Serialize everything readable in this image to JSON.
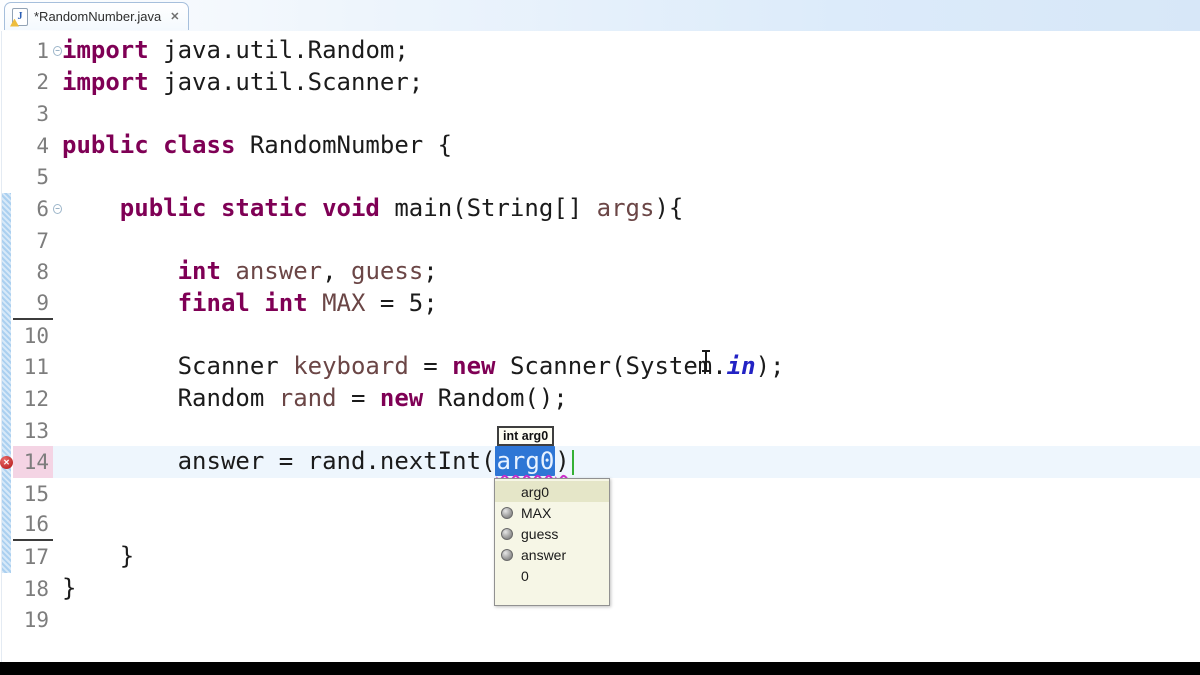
{
  "tab": {
    "title": "*RandomNumber.java",
    "icon_letter": "J",
    "close_glyph": "✕"
  },
  "param_tooltip": {
    "text": "int arg0"
  },
  "completion_popup": {
    "items": [
      {
        "label": "arg0",
        "selected": true,
        "icon": false
      },
      {
        "label": "MAX",
        "selected": false,
        "icon": true
      },
      {
        "label": "guess",
        "selected": false,
        "icon": true
      },
      {
        "label": "answer",
        "selected": false,
        "icon": true
      },
      {
        "label": "0",
        "selected": false,
        "icon": false
      }
    ]
  },
  "editor": {
    "lines": [
      {
        "n": "1",
        "fold": true,
        "tokens": [
          [
            "k",
            "import"
          ],
          [
            "d",
            " java.util.Random;"
          ]
        ]
      },
      {
        "n": "2",
        "tokens": [
          [
            "k",
            "import"
          ],
          [
            "d",
            " java.util.Scanner;"
          ]
        ]
      },
      {
        "n": "3",
        "tokens": []
      },
      {
        "n": "4",
        "tokens": [
          [
            "k",
            "public class"
          ],
          [
            "d",
            " RandomNumber {"
          ]
        ]
      },
      {
        "n": "5",
        "tokens": []
      },
      {
        "n": "6",
        "fold": true,
        "tokens": [
          [
            "d",
            "    "
          ],
          [
            "k",
            "public static void"
          ],
          [
            "d",
            " main(String[] "
          ],
          [
            "v",
            "args"
          ],
          [
            "d",
            "){"
          ]
        ]
      },
      {
        "n": "7",
        "tokens": []
      },
      {
        "n": "8",
        "tokens": [
          [
            "d",
            "        "
          ],
          [
            "k",
            "int"
          ],
          [
            "d",
            " "
          ],
          [
            "v",
            "answer"
          ],
          [
            "d",
            ", "
          ],
          [
            "v",
            "guess"
          ],
          [
            "d",
            ";"
          ]
        ]
      },
      {
        "n": "9",
        "underline": true,
        "tokens": [
          [
            "d",
            "        "
          ],
          [
            "k",
            "final int"
          ],
          [
            "d",
            " "
          ],
          [
            "v",
            "MAX"
          ],
          [
            "d",
            " = 5;"
          ]
        ]
      },
      {
        "n": "10",
        "tokens": []
      },
      {
        "n": "11",
        "tokens": [
          [
            "d",
            "        Scanner "
          ],
          [
            "v",
            "keyboard"
          ],
          [
            "d",
            " = "
          ],
          [
            "k",
            "new"
          ],
          [
            "d",
            " Scanner(System."
          ],
          [
            "sf",
            "in"
          ],
          [
            "d",
            ");"
          ]
        ]
      },
      {
        "n": "12",
        "tokens": [
          [
            "d",
            "        Random "
          ],
          [
            "v",
            "rand"
          ],
          [
            "d",
            " = "
          ],
          [
            "k",
            "new"
          ],
          [
            "d",
            " Random();"
          ]
        ]
      },
      {
        "n": "13",
        "tokens": []
      },
      {
        "n": "14",
        "error": true,
        "current": true,
        "tokens": [
          [
            "d",
            "        answer = rand.nextInt("
          ],
          [
            "sel",
            "arg0"
          ],
          [
            "wavyclose",
            ")"
          ],
          [
            "caret",
            ""
          ]
        ]
      },
      {
        "n": "15",
        "tokens": []
      },
      {
        "n": "16",
        "underline": true,
        "tokens": []
      },
      {
        "n": "17",
        "tokens": [
          [
            "d",
            "    }"
          ]
        ]
      },
      {
        "n": "18",
        "tokens": [
          [
            "d",
            "}"
          ]
        ]
      },
      {
        "n": "19",
        "tokens": []
      }
    ]
  },
  "colors": {
    "keyword": "#7f0055",
    "variable": "#6b4646",
    "staticfield": "#2222c4",
    "deftext": "#1b1b1b",
    "linenum": "#7d7d7d",
    "selbg": "#2e76d5",
    "seltext": "#e8f2ff",
    "squiggle": "#cc2fcc",
    "caret": "#35b135",
    "curline": "#eef6fd",
    "numhl": "#f4d4e4",
    "popupbg": "#f6f6e6",
    "popupsel": "#e5e6c8",
    "tooltipbg": "#fdfdf3"
  }
}
